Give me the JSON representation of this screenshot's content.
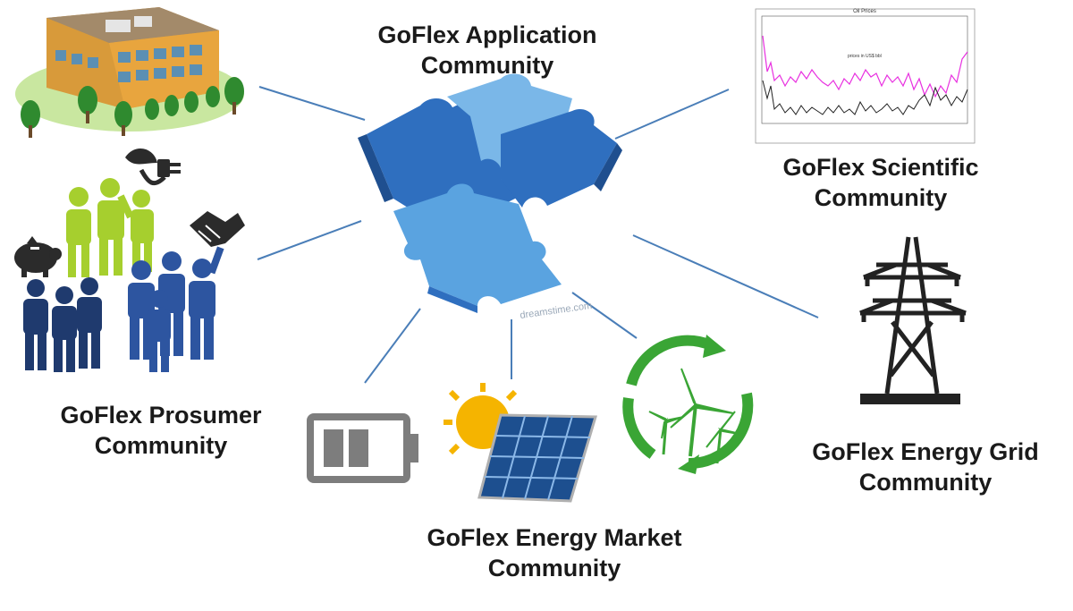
{
  "labels": {
    "application": {
      "line1": "GoFlex Application",
      "line2": "Community"
    },
    "scientific": {
      "line1": "GoFlex Scientific",
      "line2": "Community"
    },
    "prosumer": {
      "line1": "GoFlex Prosumer",
      "line2": "Community"
    },
    "energy_grid": {
      "line1": "GoFlex Energy Grid",
      "line2": "Community"
    },
    "energy_market": {
      "line1": "GoFlex Energy Market",
      "line2": "Community"
    }
  },
  "chart_thumbnail": {
    "title": "Oil Prices",
    "annotation": "prices in US$ bbl"
  },
  "watermark": "dreamstime.com",
  "icons": {
    "hub": "puzzle-pieces-icon",
    "building": "office-building-icon",
    "people": "prosumer-people-icon",
    "plug": "plug-leaf-icon",
    "handshake": "handshake-icon",
    "piggy": "piggy-bank-icon",
    "tower": "power-tower-icon",
    "battery": "battery-icon",
    "solar": "solar-panel-icon",
    "wind": "wind-turbine-icon"
  },
  "colors": {
    "connector": "#4a7eb8",
    "puzzle_dark": "#2f6fbf",
    "puzzle_light": "#7ab7e8",
    "green": "#3aa535",
    "lime": "#a6cf2e",
    "navy": "#1f3a6e",
    "magenta": "#e830e0"
  }
}
